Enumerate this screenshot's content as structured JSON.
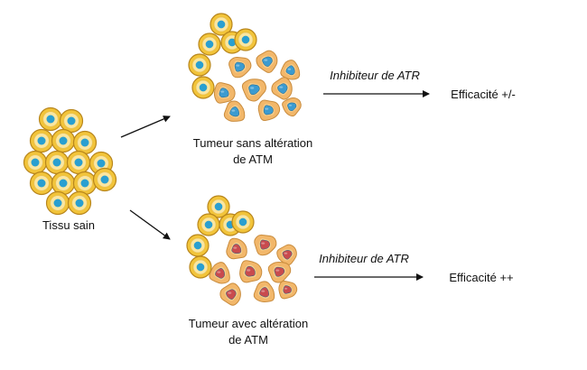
{
  "healthy_tissue": {
    "label": "Tissu sain"
  },
  "tumor_without_atm": {
    "label_line1": "Tumeur sans altération",
    "label_line2": "de ATM",
    "treatment": "Inhibiteur de ATR",
    "outcome": "Efficacité +/-"
  },
  "tumor_with_atm": {
    "label_line1": "Tumeur avec altération",
    "label_line2": "de ATM",
    "treatment": "Inhibiteur de ATR",
    "outcome": "Efficacité ++"
  },
  "colors": {
    "healthy_cell_fill": "#f2c43a",
    "healthy_cell_stroke": "#b8861c",
    "cytoplasm": "#fbe6a0",
    "healthy_nucleus": "#2a9fd0",
    "tumor_cell_fill": "#f2b76a",
    "tumor_cell_stroke": "#c98c3e",
    "tumor_nucleus": "#3c9bd0",
    "altered_nucleus": "#c94b4e",
    "arrow": "#111111"
  }
}
